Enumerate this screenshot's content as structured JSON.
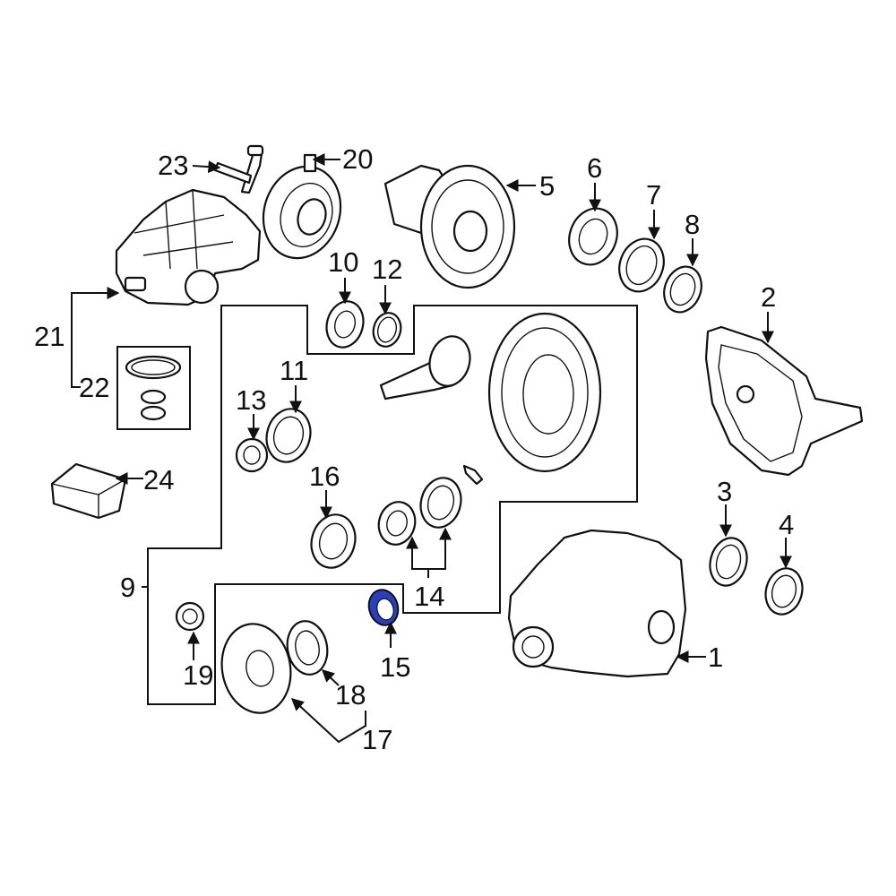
{
  "callouts": {
    "c1": "1",
    "c2": "2",
    "c3": "3",
    "c4": "4",
    "c5": "5",
    "c6": "6",
    "c7": "7",
    "c8": "8",
    "c9": "9",
    "c10": "10",
    "c11": "11",
    "c12": "12",
    "c13": "13",
    "c14": "14",
    "c15": "15",
    "c16": "16",
    "c17": "17",
    "c18": "18",
    "c19": "19",
    "c20": "20",
    "c21": "21",
    "c22": "22",
    "c23": "23",
    "c24": "24"
  },
  "highlight": {
    "part": "15",
    "color": "#2a3fbf"
  }
}
